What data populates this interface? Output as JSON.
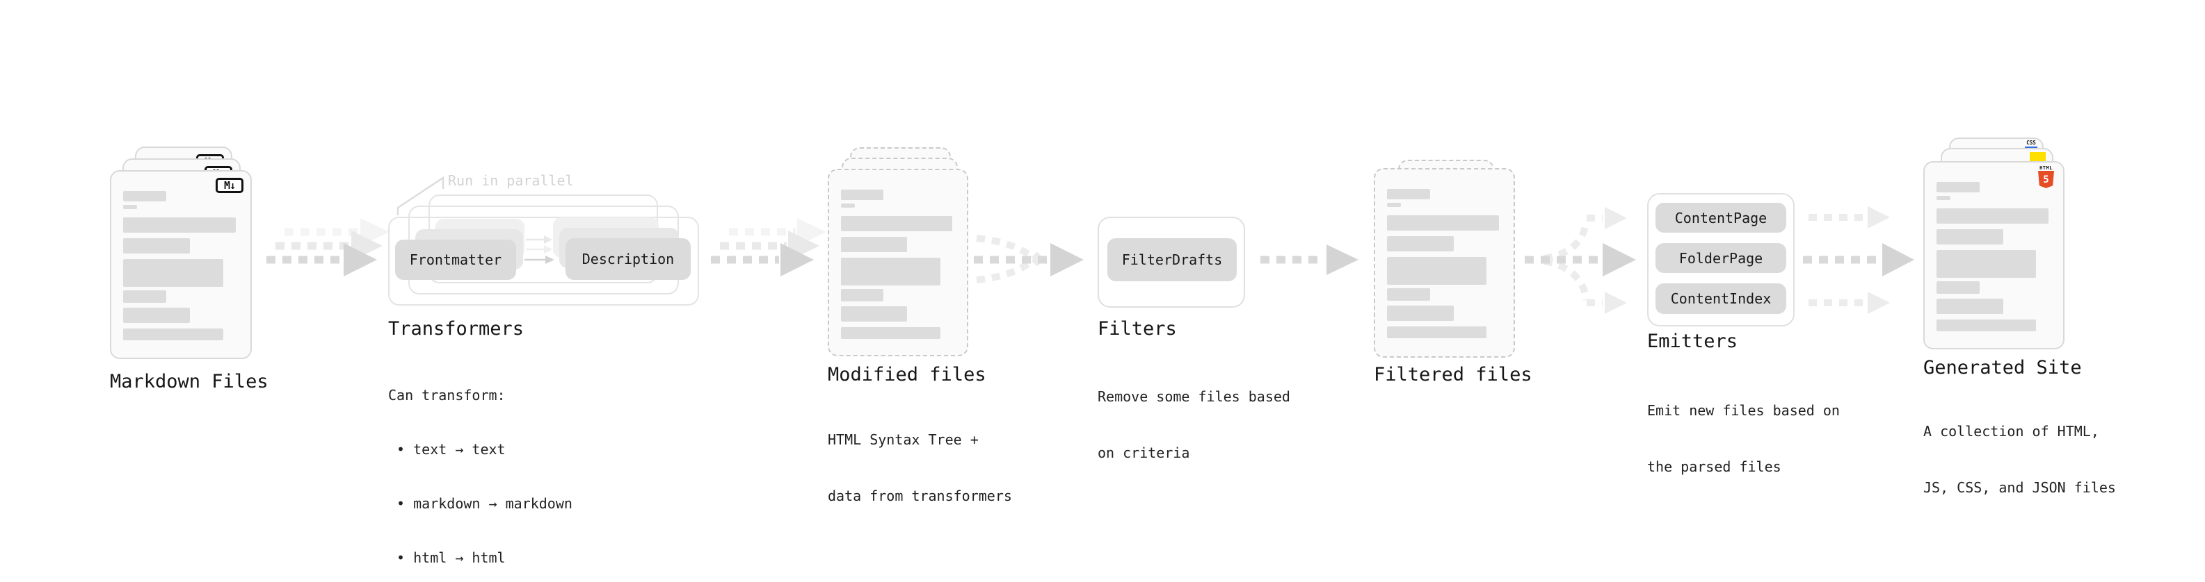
{
  "stages": {
    "markdown_files": {
      "label": "Markdown Files"
    },
    "transformers": {
      "label": "Transformers",
      "annotation": "Run in parallel",
      "ops": [
        "Frontmatter",
        "Description"
      ],
      "desc": [
        "Can transform:",
        " • text → text",
        " • markdown → markdown",
        " • html → html"
      ]
    },
    "modified_files": {
      "label": "Modified files",
      "desc": [
        "HTML Syntax Tree +",
        "data from transformers"
      ]
    },
    "filters": {
      "label": "Filters",
      "ops": [
        "FilterDrafts"
      ],
      "desc": [
        "Remove some files based",
        "on criteria"
      ]
    },
    "filtered_files": {
      "label": "Filtered files"
    },
    "emitters": {
      "label": "Emitters",
      "ops": [
        "ContentPage",
        "FolderPage",
        "ContentIndex"
      ],
      "desc": [
        "Emit new files based on",
        "the parsed files"
      ]
    },
    "generated_site": {
      "label": "Generated Site",
      "desc": [
        "A collection of HTML,",
        "JS, CSS, and JSON files"
      ]
    }
  },
  "badges": {
    "markdown": "M↓",
    "html5_label": "HTML",
    "html5_number": "5",
    "css": "CSS"
  },
  "colors": {
    "html5_orange": "#e44d26",
    "js_yellow": "#ffdf00",
    "css_blue": "#2f6be4",
    "placeholder_bar": "#dcdcdc",
    "arrow_gray": "#d9d9d9",
    "annotation_gray": "#d2d2d2",
    "text_dark": "#1a1a1a"
  }
}
